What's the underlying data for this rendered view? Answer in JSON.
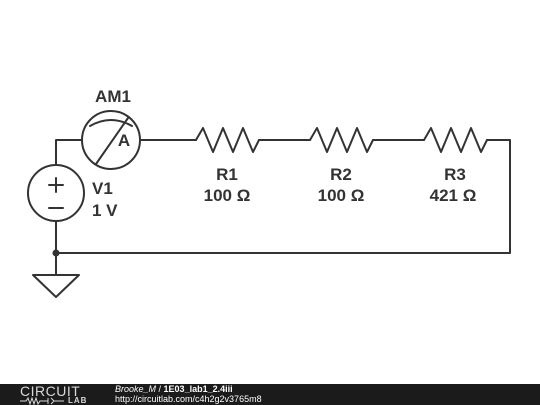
{
  "components": {
    "ammeter": {
      "name": "AM1",
      "symbol": "A"
    },
    "source": {
      "name": "V1",
      "value": "1 V"
    },
    "r1": {
      "name": "R1",
      "value": "100 Ω"
    },
    "r2": {
      "name": "R2",
      "value": "100 Ω"
    },
    "r3": {
      "name": "R3",
      "value": "421 Ω"
    }
  },
  "footer": {
    "logo_top": "CIRCUIT",
    "logo_bottom": "LAB",
    "author": "Brooke_M",
    "separator": " / ",
    "title": "1E03_lab1_2.4iii",
    "url": "http://circuitlab.com/c4h2g2v3765m8"
  },
  "colors": {
    "wire": "#333333",
    "footer_bg": "#1b1b1b"
  }
}
